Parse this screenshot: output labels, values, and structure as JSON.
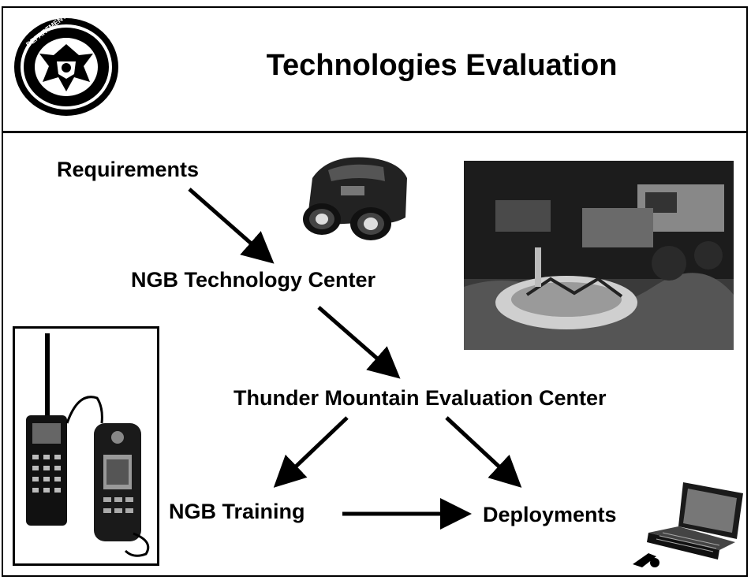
{
  "slide": {
    "title": "Technologies Evaluation",
    "seal_text": "DEPARTMENT OF THE ARMY"
  },
  "flow": {
    "nodes": {
      "requirements": "Requirements",
      "tech_center": "NGB Technology Center",
      "thunder_mountain": "Thunder Mountain Evaluation Center",
      "training": "NGB Training",
      "deployments": "Deployments"
    }
  },
  "colors": {
    "ink": "#000000",
    "background": "#ffffff"
  }
}
